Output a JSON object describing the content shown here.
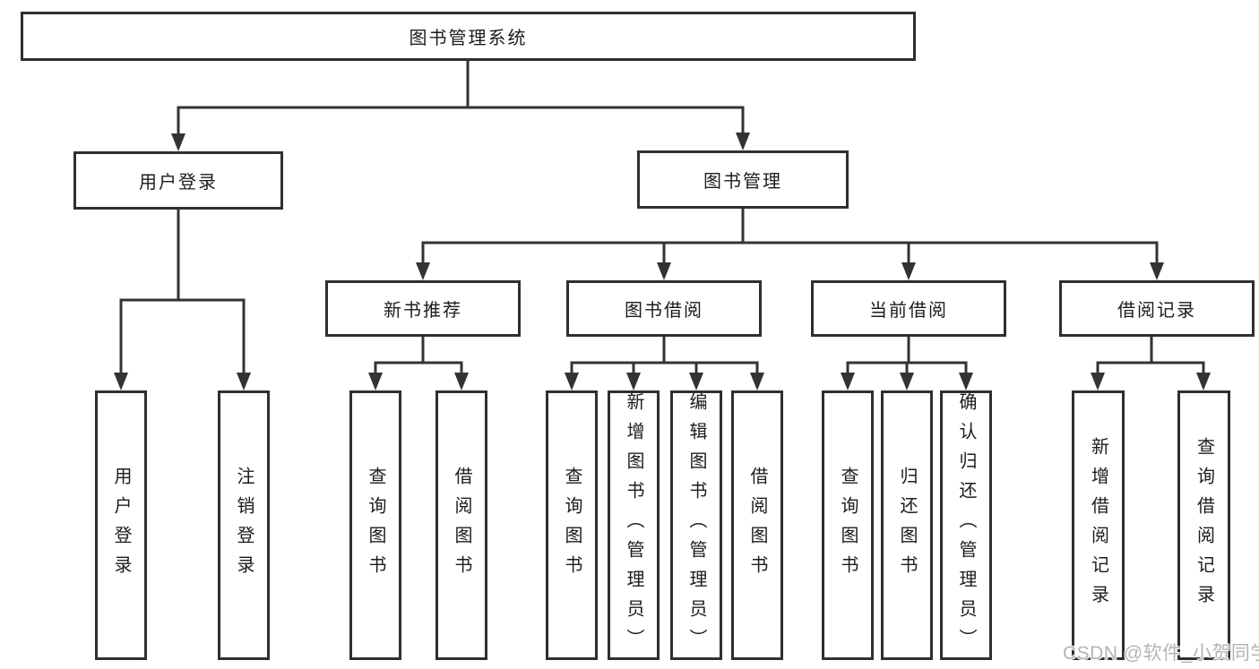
{
  "diagram": {
    "root": {
      "label": "图书管理系统",
      "children": [
        {
          "label": "用户登录",
          "children": [
            {
              "label": "用户登录"
            },
            {
              "label": "注销登录"
            }
          ]
        },
        {
          "label": "图书管理",
          "children": [
            {
              "label": "新书推荐",
              "children": [
                {
                  "label": "查询图书"
                },
                {
                  "label": "借阅图书"
                }
              ]
            },
            {
              "label": "图书借阅",
              "children": [
                {
                  "label": "查询图书"
                },
                {
                  "label": "新增图书（管理员）"
                },
                {
                  "label": "编辑图书（管理员）"
                },
                {
                  "label": "借阅图书"
                }
              ]
            },
            {
              "label": "当前借阅",
              "children": [
                {
                  "label": "查询图书"
                },
                {
                  "label": "归还图书"
                },
                {
                  "label": "确认归还（管理员）"
                }
              ]
            },
            {
              "label": "借阅记录",
              "children": [
                {
                  "label": "新增借阅记录"
                },
                {
                  "label": "查询借阅记录"
                }
              ]
            }
          ]
        }
      ]
    }
  },
  "watermark": {
    "text": "CSDN @软件_小贺同学"
  },
  "colors": {
    "border": "#2f2f2f",
    "line": "#333333",
    "text": "#1c1c1c",
    "background": "#ffffff",
    "watermark": "#b4b4b4"
  }
}
